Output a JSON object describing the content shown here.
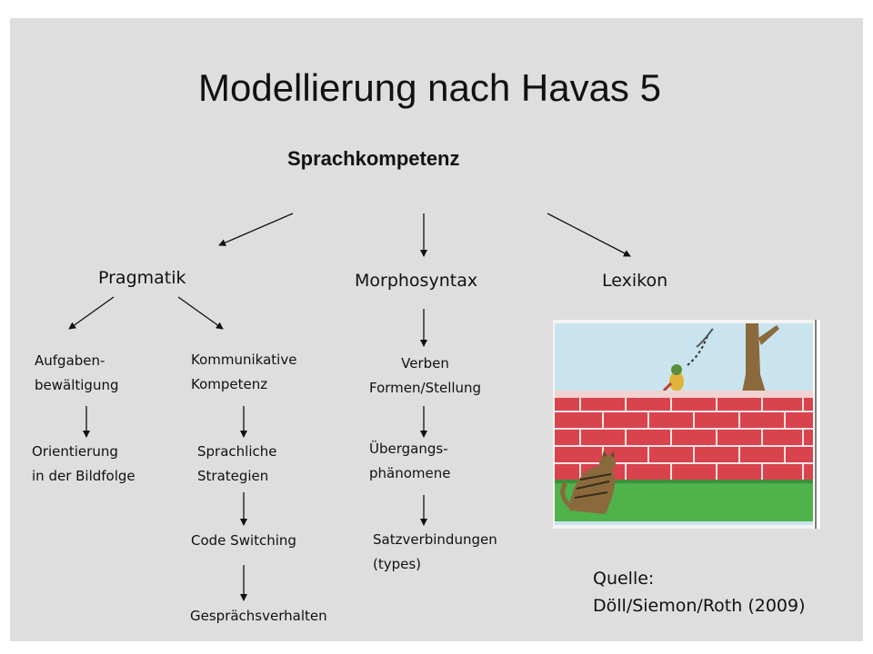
{
  "title": "Modellierung nach Havas 5",
  "root": "Sprachkompetenz",
  "branches": {
    "pragmatik": {
      "label": "Pragmatik",
      "aufgaben": "Aufgaben-\nbewältigung",
      "orientierung": "Orientierung\nin der Bildfolge",
      "kommunikative": "Kommunikative\nKompetenz",
      "sprachliche": "Sprachliche\nStrategien",
      "code_switching": "Code Switching",
      "gespraech": "Gesprächsverhalten"
    },
    "morphosyntax": {
      "label": "Morphosyntax",
      "verben": "Verben\nFormen/Stellung",
      "uebergang": "Übergangs-\nphänomene",
      "satz": "Satzverbindungen\n(types)"
    },
    "lexikon": {
      "label": "Lexikon"
    }
  },
  "source": "Quelle:\nDöll/Siemon/Roth (2009)",
  "colors": {
    "slide_bg": "#dedede",
    "text": "#111111",
    "wall": "#d9434e",
    "grass": "#4fb24a",
    "sky": "#c9e4ee"
  },
  "illustration": {
    "icon": "brick-wall-cat-bird-picture"
  }
}
